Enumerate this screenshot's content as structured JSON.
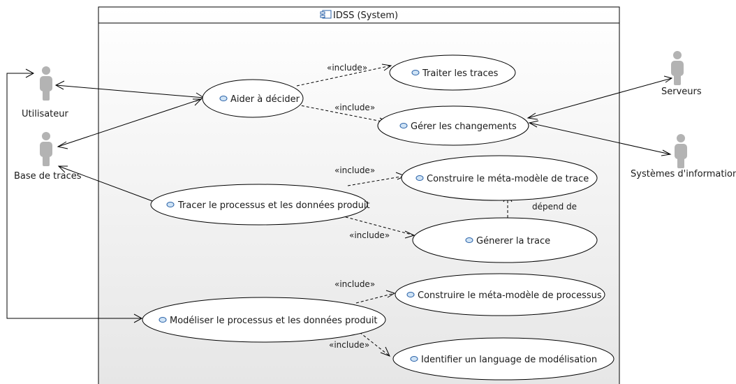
{
  "system": {
    "title": "IDSS (System)",
    "icon": "component-icon"
  },
  "actors": {
    "utilisateur": "Utilisateur",
    "base_traces": "Base de traces",
    "serveurs": "Serveurs",
    "systemes_information": "Systèmes d'information"
  },
  "use_cases": {
    "aider": "Aider à décider",
    "traiter": "Traiter les traces",
    "gerer": "Gérer les changements",
    "construire_trace": "Construire le méta-modèle de trace",
    "tracer": "Tracer le processus et les données produit",
    "generer": "Génerer la trace",
    "construire_processus": "Construire le méta-modèle de processus",
    "modeliser": "Modéliser le processus et les données produit",
    "identifier": "Identifier un language de modélisation"
  },
  "relations": {
    "include_1": "«include»",
    "include_2": "«include»",
    "include_3": "«include»",
    "include_4": "«include»",
    "include_5": "«include»",
    "include_6": "«include»",
    "depend": "dépend de"
  },
  "colors": {
    "actor": "#b3b3b3",
    "system_fill": "#f2f2f2",
    "usecase_icon": "#cfe3f5"
  }
}
